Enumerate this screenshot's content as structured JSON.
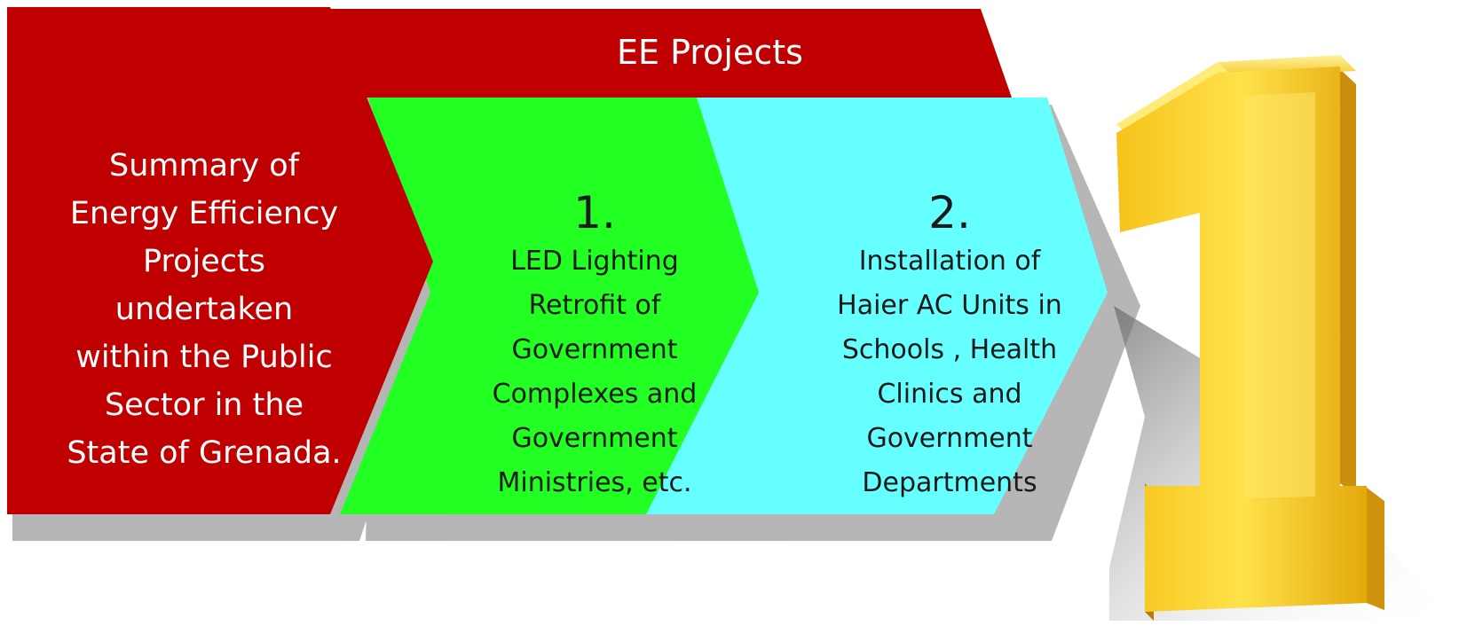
{
  "summary": {
    "lines": [
      "Summary of",
      "Energy Efficiency",
      "Projects",
      "undertaken",
      "within the Public",
      "Sector in the",
      "State of Grenada."
    ]
  },
  "header": {
    "title": "EE Projects"
  },
  "projects": [
    {
      "number": "1.",
      "lines": [
        "LED Lighting",
        "Retrofit of",
        "Government",
        "Complexes and",
        "Government",
        "Ministries, etc."
      ]
    },
    {
      "number": "2.",
      "lines": [
        "Installation of",
        "Haier AC Units in",
        "Schools , Health",
        "Clinics and",
        "Government",
        "Departments"
      ]
    }
  ],
  "colors": {
    "red": "#c00000",
    "green": "#22ff22",
    "cyan": "#66ffff",
    "gold": "#f2c218",
    "text_white": "#ffffff",
    "text_dark": "#1a1a1a"
  },
  "decoration": {
    "icon": "gold-number-one-icon"
  }
}
